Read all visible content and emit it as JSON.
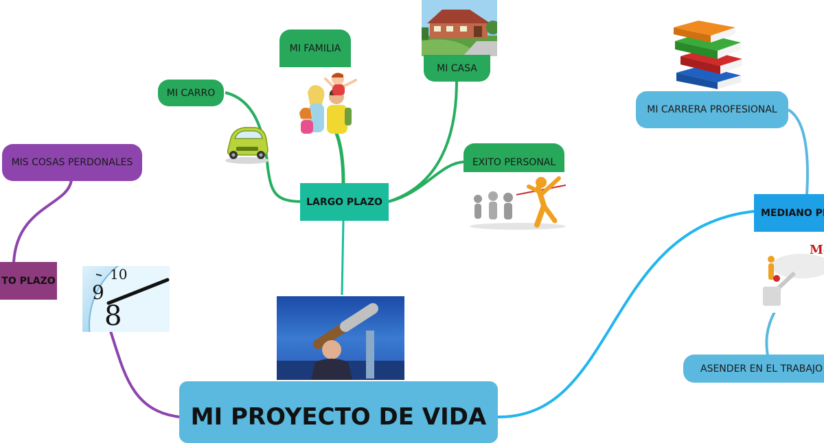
{
  "root": {
    "label": "MI PROYECTO DE VIDA",
    "color": "#5bb8de"
  },
  "branches": {
    "largo_plazo": {
      "label": "LARGO PLAZO",
      "color": "#1abc9c",
      "line_color": "#27ae60",
      "children": {
        "mi_carro": "MI CARRO",
        "mi_familia": "MI FAMILIA",
        "mi_casa": "MI CASA",
        "exito_personal": "EXITO PERSONAL"
      },
      "child_color": "#27a85a"
    },
    "corto_plazo": {
      "label": "TO PLAZO",
      "color": "#8e3a7e",
      "line_color": "#8e44ad",
      "children": {
        "mis_cosas": "MIS COSAS PERDONALES"
      },
      "child_color": "#8e44ad"
    },
    "mediano_plazo": {
      "label": "MEDIANO PL",
      "color": "#1ea0e6",
      "line_color": "#23a8e8",
      "children": {
        "carrera": "MI CARRERA PROFESIONAL",
        "asender": "ASENDER EN EL TRABAJO"
      },
      "child_color": "#5bb8de"
    }
  },
  "images": {
    "clock_numbers": [
      "10",
      "9",
      "8"
    ],
    "mediano_text": "Me"
  }
}
